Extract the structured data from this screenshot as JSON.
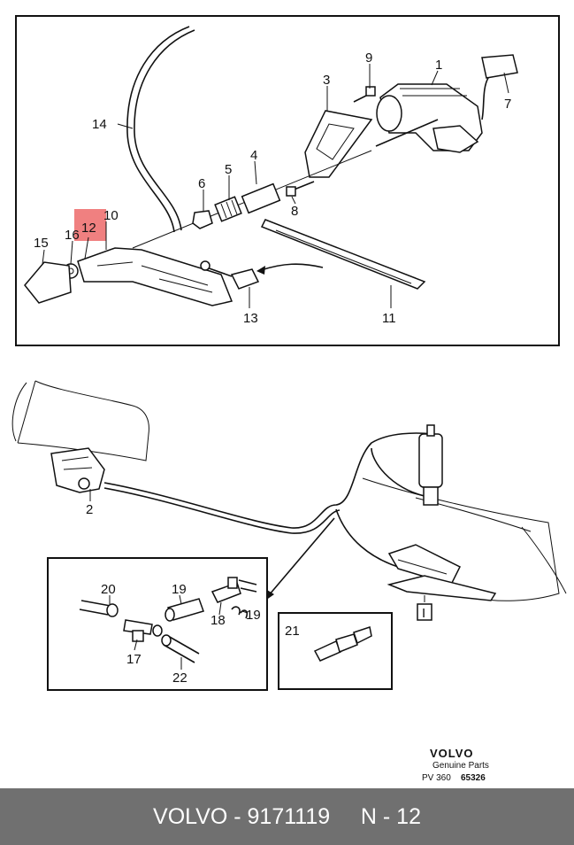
{
  "callouts": {
    "c1": "1",
    "c2": "2",
    "c3": "3",
    "c4": "4",
    "c5": "5",
    "c6": "6",
    "c7": "7",
    "c8": "8",
    "c9": "9",
    "c10": "10",
    "c11": "11",
    "c12": "12",
    "c13": "13",
    "c14": "14",
    "c15": "15",
    "c16": "16",
    "c17": "17",
    "c18": "18",
    "c19a": "19",
    "c19b": "19",
    "c20": "20",
    "c21": "21",
    "c22": "22",
    "c_i": "I"
  },
  "highlight": {
    "color": "#f08080"
  },
  "logo": {
    "brand": "VOLVO",
    "tagline": "Genuine Parts",
    "code_prefix": "PV 360",
    "code_number": "65326"
  },
  "footer": {
    "brand": "VOLVO",
    "sep1": " - ",
    "part_number": "9171119",
    "gap": "     ",
    "ref": "N - 12",
    "bg_color": "#707070"
  }
}
